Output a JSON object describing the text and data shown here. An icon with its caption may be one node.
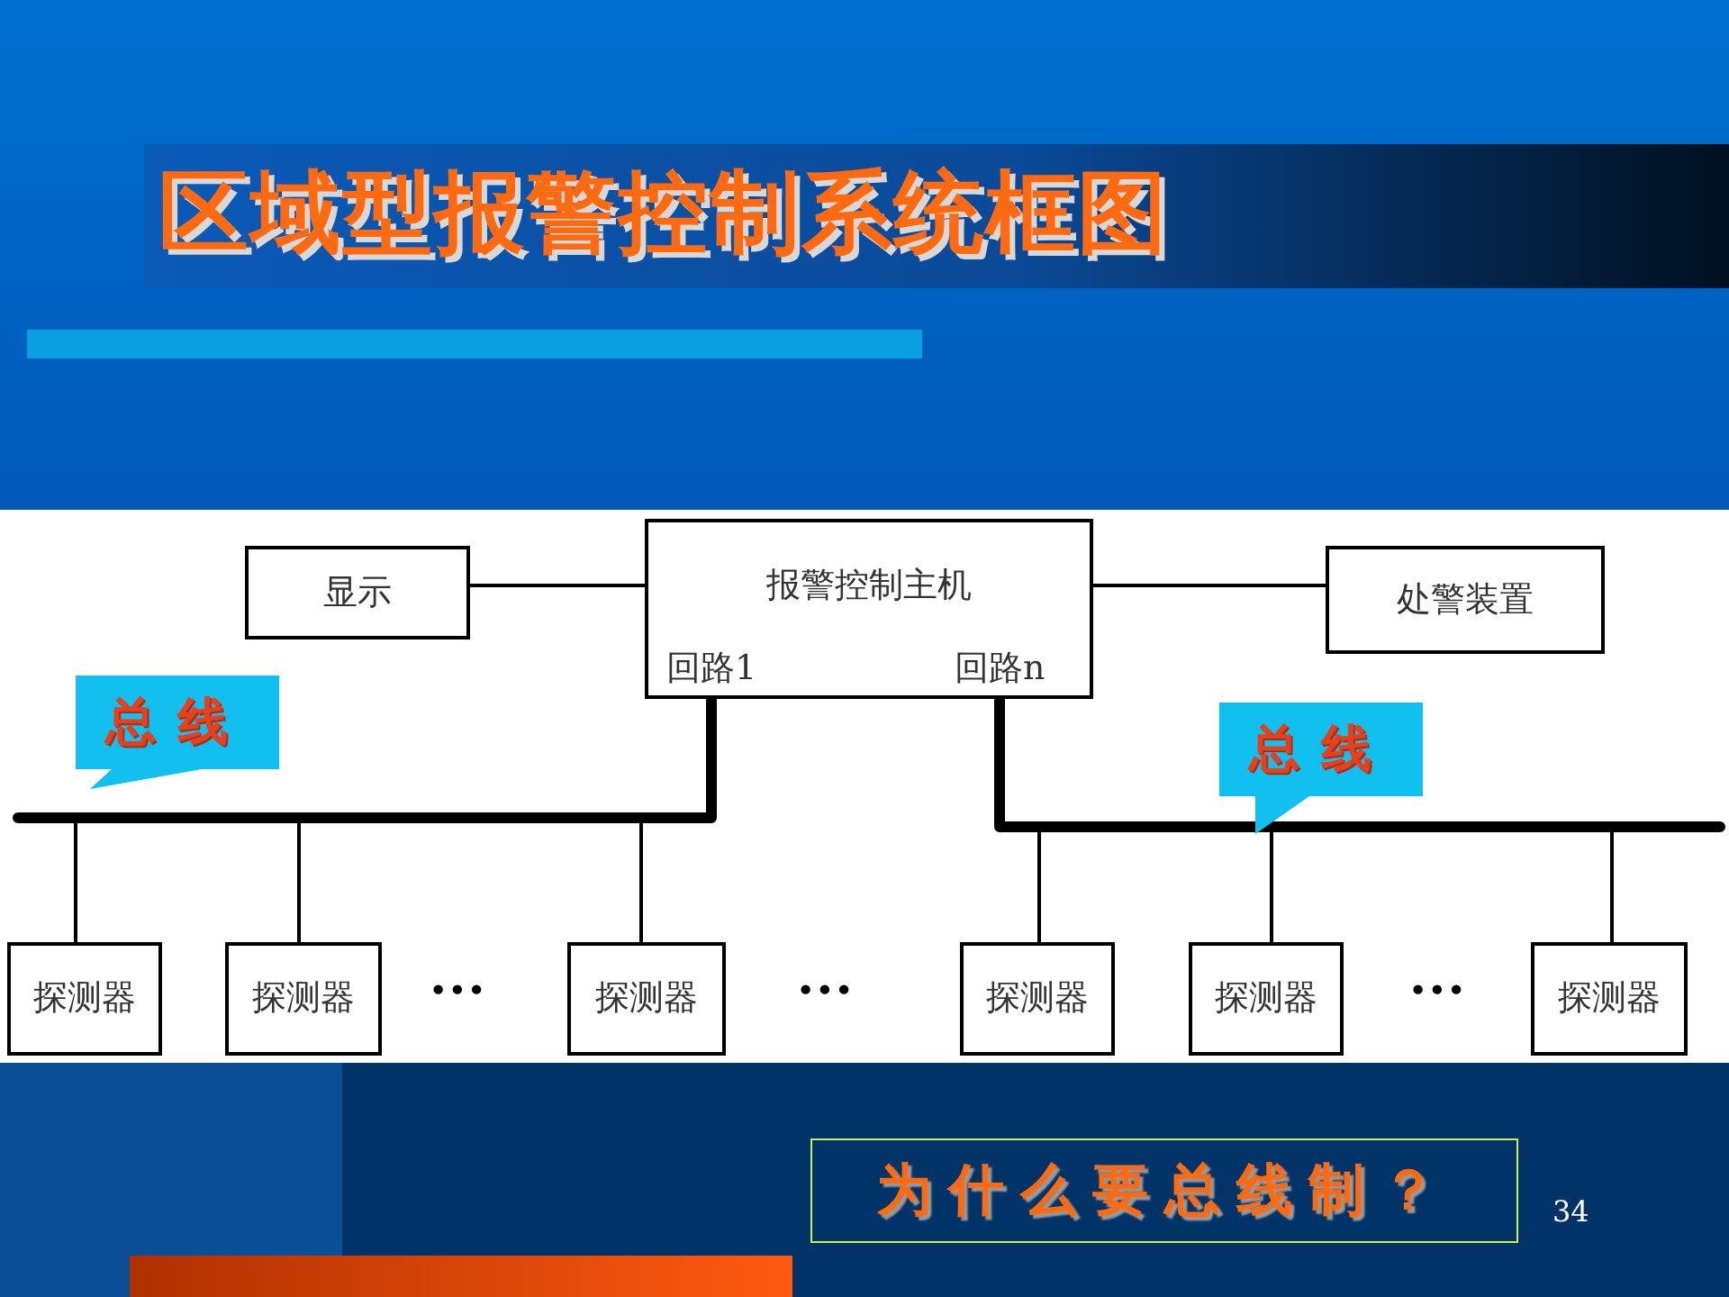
{
  "diagram": {
    "title": "区域型报警控制系统框图",
    "nodes": [
      {
        "text": [
          "显示"
        ]
      },
      {
        "text": [
          "报警控制主机",
          "回路1",
          "回路n"
        ]
      },
      {
        "text": [
          "处警装置"
        ]
      },
      {
        "text": [
          "总线"
        ]
      },
      {
        "text": [
          "总线"
        ]
      },
      {
        "text": [
          "探测器"
        ]
      },
      {
        "text": [
          "探测器"
        ]
      },
      {
        "text": [
          "探测器"
        ]
      },
      {
        "text": [
          "探测器"
        ]
      },
      {
        "text": [
          "探测器"
        ]
      },
      {
        "text": [
          "探测器"
        ]
      },
      {
        "text": [
          "为什么要总线制？"
        ]
      }
    ],
    "edges": [
      {
        "from": 0,
        "to": 1,
        "arrow": "none"
      },
      {
        "from": 1,
        "to": 2,
        "arrow": "none"
      },
      {
        "from": 1,
        "to": 5,
        "arrow": "none"
      },
      {
        "from": 1,
        "to": 6,
        "arrow": "none"
      },
      {
        "from": 1,
        "to": 7,
        "arrow": "none"
      },
      {
        "from": 1,
        "to": 8,
        "arrow": "none"
      },
      {
        "from": 1,
        "to": 9,
        "arrow": "none"
      },
      {
        "from": 1,
        "to": 10,
        "arrow": "none"
      }
    ],
    "labels": [
      "•••",
      "•••",
      "•••",
      "34"
    ]
  }
}
